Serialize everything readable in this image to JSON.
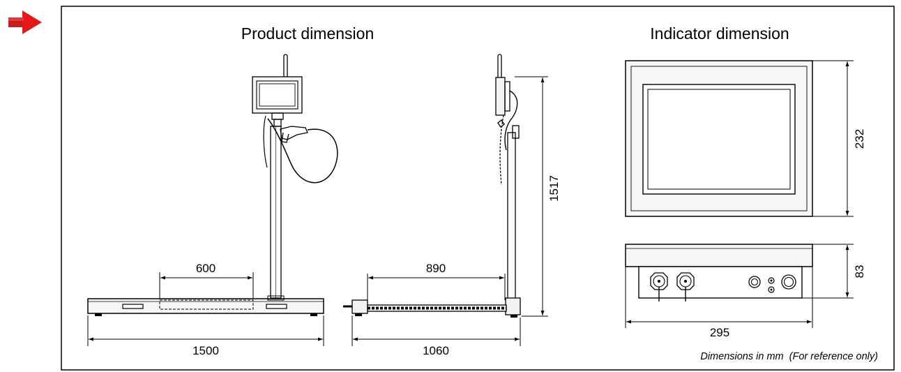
{
  "titles": {
    "product": "Product dimension",
    "indicator": "Indicator dimension"
  },
  "dimensions": {
    "platform_width": "1500",
    "load_area": "600",
    "side_length": "1060",
    "side_reach": "890",
    "height": "1517",
    "indicator_width": "295",
    "indicator_height": "232",
    "indicator_depth": "83"
  },
  "note": "Dimensions in mm  (For reference only)",
  "colors": {
    "arrow": "#e3191b",
    "line": "#000000",
    "background": "#ffffff"
  },
  "icons": {
    "pointer": "arrow-right-icon"
  }
}
